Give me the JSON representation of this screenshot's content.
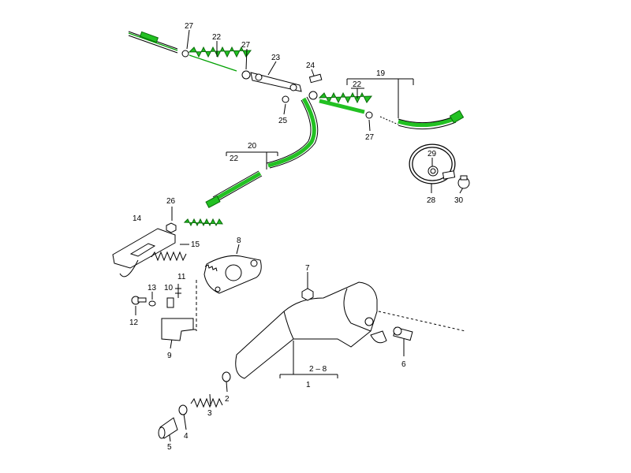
{
  "colors": {
    "cable_green": "#22c122",
    "outline": "#000000",
    "background": "#ffffff"
  },
  "callouts": [
    {
      "id": "c27a",
      "text": "27"
    },
    {
      "id": "c22a",
      "text": "22"
    },
    {
      "id": "c27b",
      "text": "27"
    },
    {
      "id": "c23",
      "text": "23"
    },
    {
      "id": "c24",
      "text": "24"
    },
    {
      "id": "c25",
      "text": "25"
    },
    {
      "id": "c19",
      "text": "19"
    },
    {
      "id": "c22b",
      "text": "22"
    },
    {
      "id": "c27c",
      "text": "27"
    },
    {
      "id": "c20",
      "text": "20"
    },
    {
      "id": "c22c",
      "text": "22"
    },
    {
      "id": "c29",
      "text": "29"
    },
    {
      "id": "c28",
      "text": "28"
    },
    {
      "id": "c30",
      "text": "30"
    },
    {
      "id": "c14",
      "text": "14"
    },
    {
      "id": "c26",
      "text": "26"
    },
    {
      "id": "c15",
      "text": "15"
    },
    {
      "id": "c8",
      "text": "8"
    },
    {
      "id": "c7",
      "text": "7"
    },
    {
      "id": "c13",
      "text": "13"
    },
    {
      "id": "c10",
      "text": "10"
    },
    {
      "id": "c11",
      "text": "11"
    },
    {
      "id": "c12",
      "text": "12"
    },
    {
      "id": "c9",
      "text": "9"
    },
    {
      "id": "c6",
      "text": "6"
    },
    {
      "id": "c2_8",
      "text": "2 – 8"
    },
    {
      "id": "c1",
      "text": "1"
    },
    {
      "id": "c2",
      "text": "2"
    },
    {
      "id": "c3",
      "text": "3"
    },
    {
      "id": "c4",
      "text": "4"
    },
    {
      "id": "c5",
      "text": "5"
    }
  ]
}
